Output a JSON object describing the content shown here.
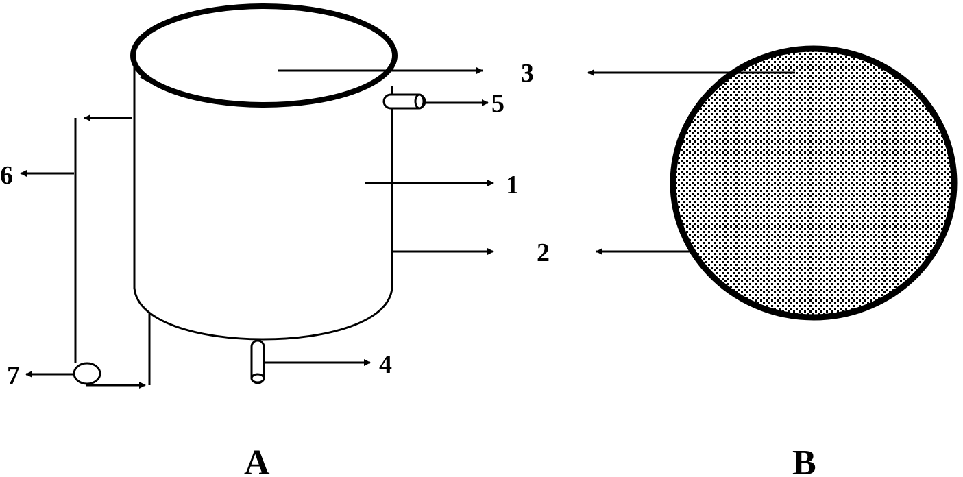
{
  "colors": {
    "line": "#000000",
    "background": "#ffffff",
    "mesh_dots": "#000000"
  },
  "callouts": {
    "n1": "1",
    "n2": "2",
    "n3": "3",
    "n4": "4",
    "n5": "5",
    "n6": "6",
    "n7": "7"
  },
  "panels": {
    "a": "A",
    "b": "B"
  }
}
